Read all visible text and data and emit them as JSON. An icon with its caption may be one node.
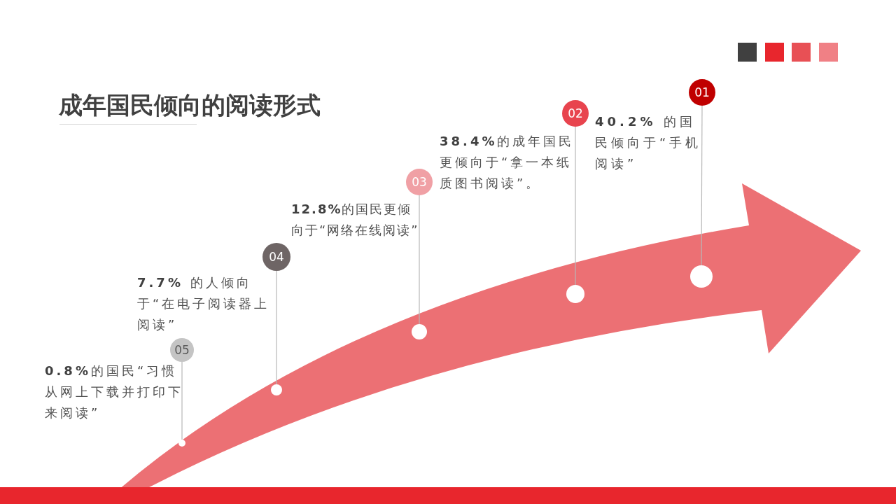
{
  "diagram": {
    "title": "成年国民倾向的阅读形式",
    "nodes": [
      {
        "text": [
          "05"
        ],
        "beside": [
          "**0.8%**的国民“习惯从网上下载并打印下来阅读”"
        ]
      },
      {
        "text": [
          "04"
        ],
        "beside": [
          "**7.7%** 的人倾向于“在电子阅读器上阅读”"
        ]
      },
      {
        "text": [
          "03"
        ],
        "beside": [
          "**12.8%**的国民更倾向于“网络在线阅读”"
        ]
      },
      {
        "text": [
          "02"
        ],
        "beside": [
          "**38.4%**的成年国民更倾向于“拿一本纸质图书阅读”。"
        ]
      },
      {
        "text": [
          "01"
        ],
        "beside": [
          "**40.2%** 的国民倾向于“手机阅读”"
        ]
      },
      {
        "text": [],
        "shape": "circle"
      },
      {
        "text": [],
        "shape": "circle"
      },
      {
        "text": [],
        "shape": "circle"
      },
      {
        "text": [],
        "shape": "circle"
      },
      {
        "text": [],
        "shape": "circle"
      }
    ],
    "edges": [
      {
        "from": 0,
        "to": 5,
        "arrow": "none"
      },
      {
        "from": 1,
        "to": 6,
        "arrow": "none"
      },
      {
        "from": 2,
        "to": 7,
        "arrow": "none"
      },
      {
        "from": 3,
        "to": 8,
        "arrow": "none"
      },
      {
        "from": 4,
        "to": 9,
        "arrow": "none"
      }
    ]
  }
}
